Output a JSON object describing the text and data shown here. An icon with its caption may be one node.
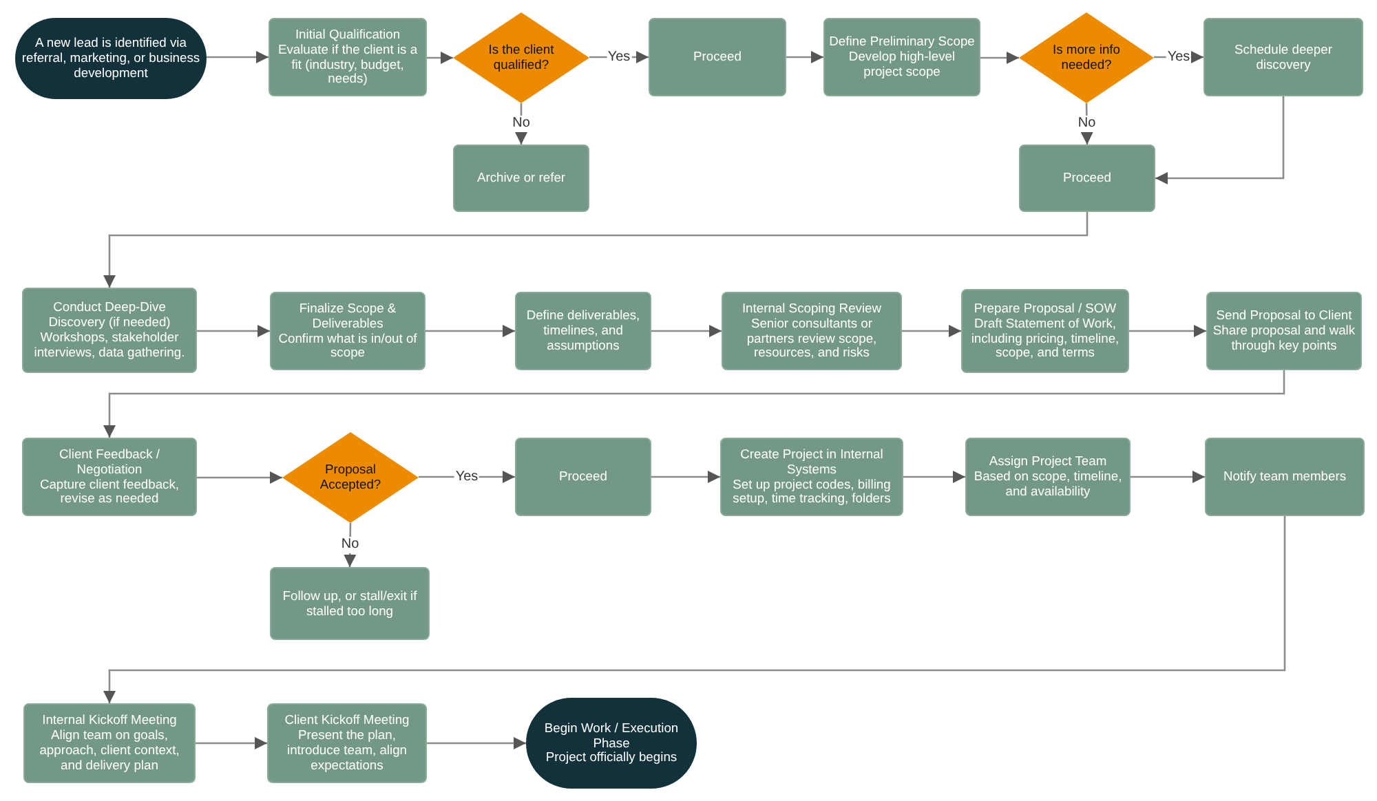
{
  "diagram": {
    "nodes": [
      {
        "text": [
          "A new lead is identified via referral, marketing, or business development"
        ]
      },
      {
        "text": [
          "Initial Qualification",
          "Evaluate if the client is a fit (industry, budget, needs)"
        ]
      },
      {
        "text": [
          "Is the client qualified?"
        ]
      },
      {
        "text": [
          "Proceed"
        ]
      },
      {
        "text": [
          "Define Preliminary Scope",
          "Develop high-level project scope"
        ]
      },
      {
        "text": [
          "Is more info needed?"
        ]
      },
      {
        "text": [
          "Schedule deeper discovery"
        ]
      },
      {
        "text": [
          "Archive or refer"
        ]
      },
      {
        "text": [
          "Proceed"
        ]
      },
      {
        "text": [
          "Conduct Deep-Dive Discovery (if needed)",
          "Workshops, stakeholder interviews, data gathering."
        ]
      },
      {
        "text": [
          "Finalize Scope & Deliverables",
          "Confirm what is in/out of scope"
        ]
      },
      {
        "text": [
          "Define deliverables, timelines, and assumptions"
        ]
      },
      {
        "text": [
          "Internal Scoping Review",
          "Senior consultants or partners review scope, resources, and risks"
        ]
      },
      {
        "text": [
          "Prepare Proposal / SOW",
          "Draft Statement of Work, including pricing, timeline, scope, and terms"
        ]
      },
      {
        "text": [
          "Send Proposal to Client",
          "Share proposal and walk through key points"
        ]
      },
      {
        "text": [
          "Client Feedback / Negotiation",
          "Capture client feedback, revise as needed"
        ]
      },
      {
        "text": [
          "Proposal Accepted?"
        ]
      },
      {
        "text": [
          "Proceed"
        ]
      },
      {
        "text": [
          "Create Project in Internal Systems",
          "Set up project codes, billing setup, time tracking, folders"
        ]
      },
      {
        "text": [
          "Assign Project Team",
          "Based on scope, timeline, and availability"
        ]
      },
      {
        "text": [
          "Notify team members"
        ]
      },
      {
        "text": [
          "Follow up, or stall/exit if stalled too long"
        ]
      },
      {
        "text": [
          "Internal Kickoff Meeting",
          "Align team on goals, approach, client context, and delivery plan"
        ]
      },
      {
        "text": [
          "Client Kickoff Meeting",
          "Present the plan, introduce team, align expectations"
        ]
      },
      {
        "text": [
          "Begin Work / Execution Phase",
          "Project officially begins"
        ]
      }
    ],
    "edges": [
      {
        "from": 0,
        "to": 1,
        "arrow": "to"
      },
      {
        "from": 1,
        "to": 2,
        "arrow": "to"
      },
      {
        "from": 2,
        "to": 3,
        "arrow": "to",
        "label": "Yes"
      },
      {
        "from": 2,
        "to": 7,
        "arrow": "to",
        "label": "No"
      },
      {
        "from": 3,
        "to": 4,
        "arrow": "to"
      },
      {
        "from": 4,
        "to": 5,
        "arrow": "to"
      },
      {
        "from": 5,
        "to": 6,
        "arrow": "to",
        "label": "Yes"
      },
      {
        "from": 5,
        "to": 8,
        "arrow": "to",
        "label": "No"
      },
      {
        "from": 6,
        "to": 8,
        "arrow": "to"
      },
      {
        "from": 8,
        "to": 9,
        "arrow": "to"
      },
      {
        "from": 9,
        "to": 10,
        "arrow": "to"
      },
      {
        "from": 10,
        "to": 11,
        "arrow": "to"
      },
      {
        "from": 11,
        "to": 12,
        "arrow": "to"
      },
      {
        "from": 12,
        "to": 13,
        "arrow": "to"
      },
      {
        "from": 13,
        "to": 14,
        "arrow": "to"
      },
      {
        "from": 14,
        "to": 15,
        "arrow": "to"
      },
      {
        "from": 15,
        "to": 16,
        "arrow": "to"
      },
      {
        "from": 16,
        "to": 17,
        "arrow": "to",
        "label": "Yes"
      },
      {
        "from": 16,
        "to": 21,
        "arrow": "to",
        "label": "No"
      },
      {
        "from": 17,
        "to": 18,
        "arrow": "to"
      },
      {
        "from": 18,
        "to": 19,
        "arrow": "to"
      },
      {
        "from": 19,
        "to": 20,
        "arrow": "to"
      },
      {
        "from": 20,
        "to": 22,
        "arrow": "to"
      },
      {
        "from": 22,
        "to": 23,
        "arrow": "to"
      },
      {
        "from": 23,
        "to": 24,
        "arrow": "to"
      }
    ]
  }
}
